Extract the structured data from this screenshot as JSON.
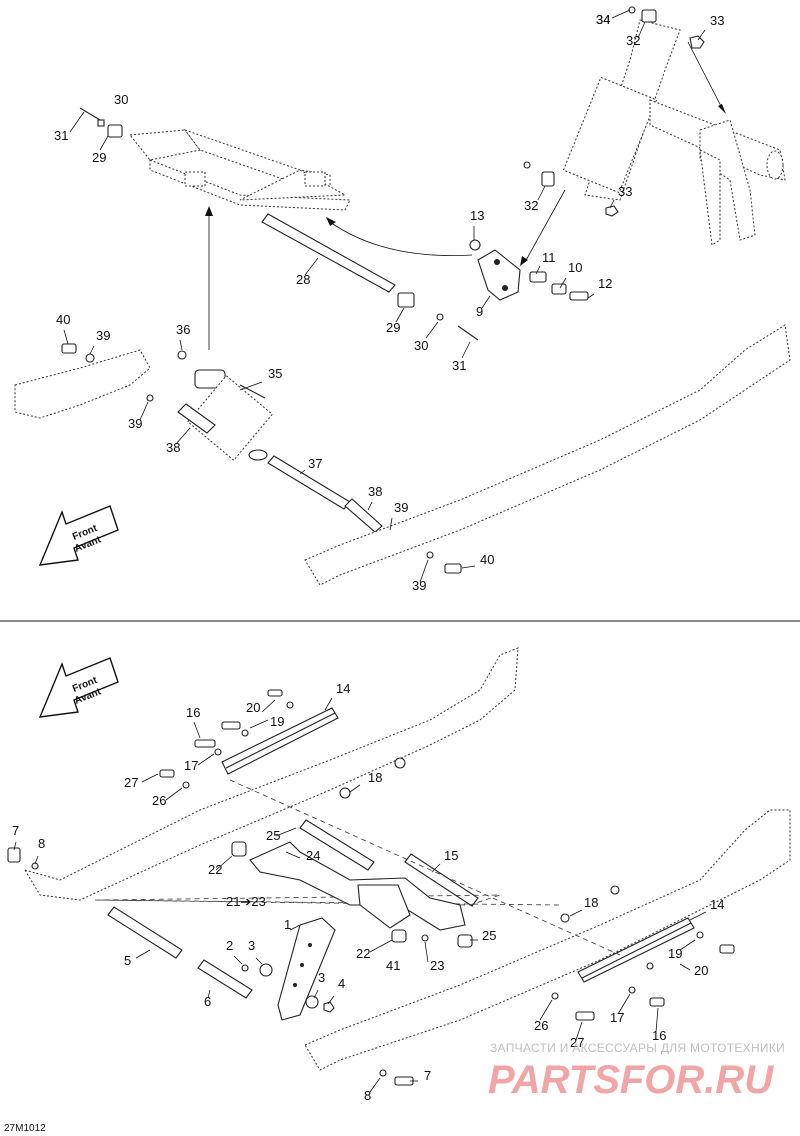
{
  "front_label": {
    "line1": "Front",
    "line2": "Avant"
  },
  "figure_code": "27M1012",
  "watermark": {
    "tagline": "ЗАПЧАСТИ И АКСЕССУАРЫ ДЛЯ МОТОТЕХНИКИ",
    "brand": "PARTSFOR.RU"
  },
  "callouts_top": [
    "34",
    "32",
    "33",
    "30",
    "31",
    "29",
    "34",
    "32",
    "33",
    "13",
    "28",
    "11",
    "10",
    "12",
    "9",
    "29",
    "30",
    "31",
    "40",
    "39",
    "36",
    "35",
    "39",
    "38",
    "37",
    "38",
    "39",
    "40",
    "39"
  ],
  "callouts_bottom": [
    "14",
    "20",
    "19",
    "16",
    "17",
    "27",
    "18",
    "26",
    "7",
    "8",
    "25",
    "24",
    "15",
    "22",
    "21➔23",
    "1",
    "2",
    "3",
    "22",
    "41",
    "23",
    "25",
    "18",
    "14",
    "19",
    "20",
    "5",
    "6",
    "3",
    "4",
    "26",
    "27",
    "17",
    "16",
    "7",
    "8"
  ]
}
